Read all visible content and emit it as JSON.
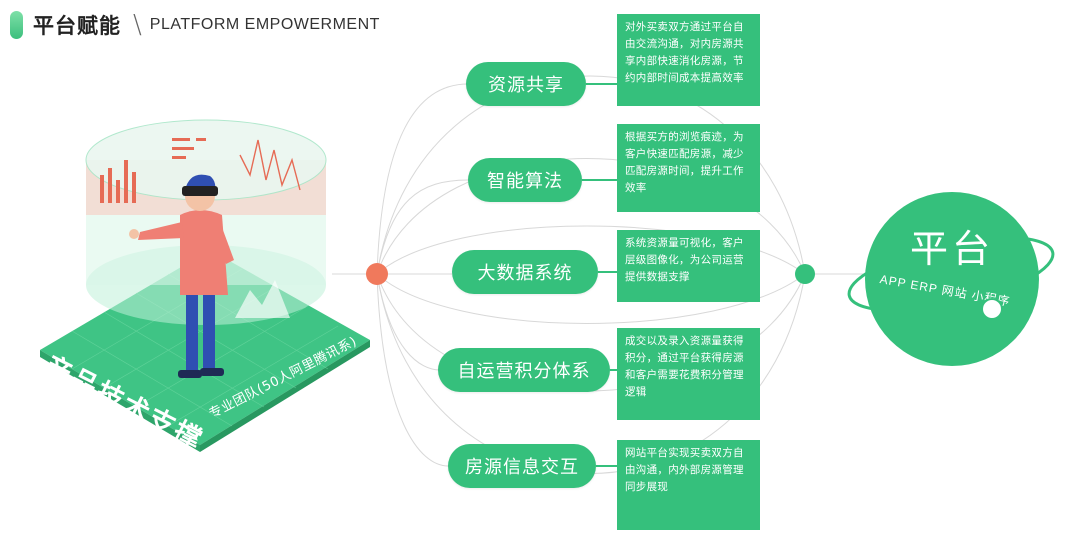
{
  "header": {
    "title": "平台赋能",
    "subtitle_en": "PLATFORM EMPOWERMENT"
  },
  "left": {
    "title": "产品技术支撑",
    "team": "专业团队(50人阿里腾讯系)"
  },
  "nodes": [
    {
      "label": "资源共享",
      "desc": "对外买卖双方通过平台自由交流沟通，对内房源共享内部快速消化房源，节约内部时间成本提高效率"
    },
    {
      "label": "智能算法",
      "desc": "根据买方的浏览痕迹，为客户快速匹配房源，减少匹配房源时间，提升工作效率"
    },
    {
      "label": "大数据系统",
      "desc": "系统资源量可视化，客户层级图像化，为公司运营提供数据支撑"
    },
    {
      "label": "自运营积分体系",
      "desc": "成交以及录入资源量获得积分，通过平台获得房源和客户需要花费积分管理逻辑"
    },
    {
      "label": "房源信息交互",
      "desc": "网站平台实现买卖双方自由沟通，内外部房源管理同步展现"
    }
  ],
  "platform": {
    "title": "平台",
    "items": "APP  ERP  网站  小程序"
  },
  "colors": {
    "green": "#35c07c",
    "red_dot": "#f0795c",
    "light_green": "#7ee0a8"
  }
}
